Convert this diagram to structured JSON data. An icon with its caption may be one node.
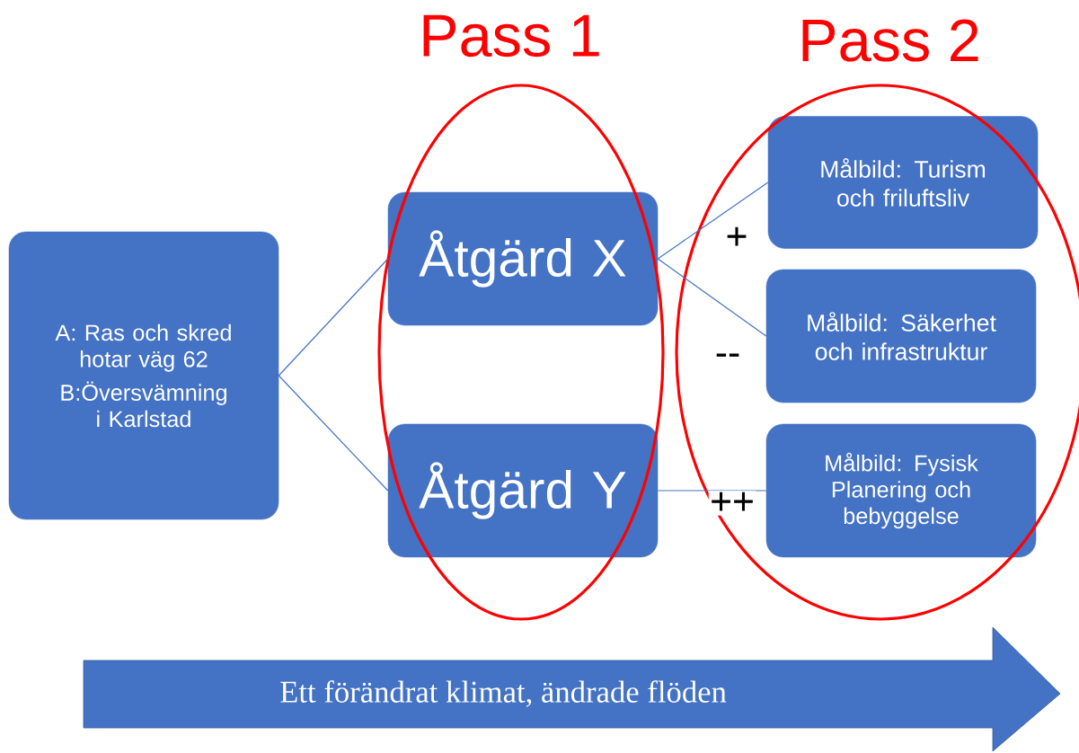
{
  "diagram": {
    "nodes": [
      {
        "text": [
          "A: Ras och skred hotar väg 62",
          "B:Översvämning i Karlstad"
        ]
      },
      {
        "text": [
          "Åtgärd X"
        ]
      },
      {
        "text": [
          "Åtgärd Y"
        ]
      },
      {
        "text": [
          "Målbild: Turism och friluftsliv"
        ]
      },
      {
        "text": [
          "Målbild: Säkerhet och infrastruktur"
        ]
      },
      {
        "text": [
          "Målbild: Fysisk Planering och bebyggelse"
        ]
      },
      {
        "text": [
          "Ett förändrat klimat, ändrade flöden"
        ]
      }
    ],
    "labels": [
      "Pass 1",
      "Pass 2"
    ],
    "edges": [
      {
        "from": 0,
        "to": 1,
        "arrow": "none"
      },
      {
        "from": 0,
        "to": 2,
        "arrow": "none"
      },
      {
        "from": 1,
        "to": 3,
        "arrow": "none",
        "label": "+"
      },
      {
        "from": 1,
        "to": 4,
        "arrow": "none",
        "label": "--"
      },
      {
        "from": 2,
        "to": 5,
        "arrow": "none",
        "label": "++"
      }
    ]
  }
}
